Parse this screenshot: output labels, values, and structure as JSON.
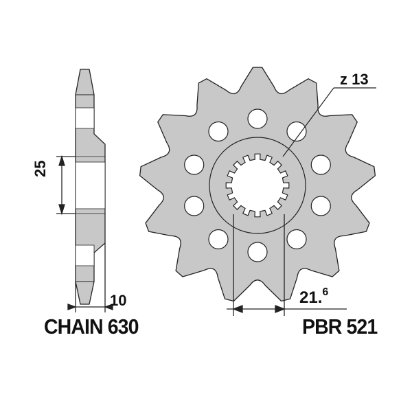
{
  "labels": {
    "chain": "CHAIN 630",
    "part_number": "PBR 521",
    "teeth": "z 13",
    "width": "10",
    "spline_diameter_main": "21.",
    "spline_diameter_sup": "6",
    "hub_height": "25"
  },
  "colors": {
    "metal_fill": "#c8c8c8",
    "stroke": "#222222",
    "background": "#ffffff"
  }
}
